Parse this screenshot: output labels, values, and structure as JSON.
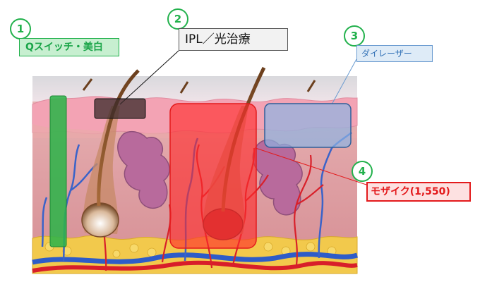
{
  "callouts": [
    {
      "number": "1",
      "label": "Qスイッチ・美白"
    },
    {
      "number": "2",
      "label": "IPL／光治療"
    },
    {
      "number": "3",
      "label": "ダイレーザー"
    },
    {
      "number": "4",
      "label": "モザイク(1,550)"
    }
  ],
  "colors": {
    "accent_green": "#22b14c",
    "qswitch_fill": "#2fb34a",
    "ipl_fill": "#3a2a2a",
    "dye_fill": "#8db4e2",
    "mosaic_fill": "#ff2a2a"
  }
}
